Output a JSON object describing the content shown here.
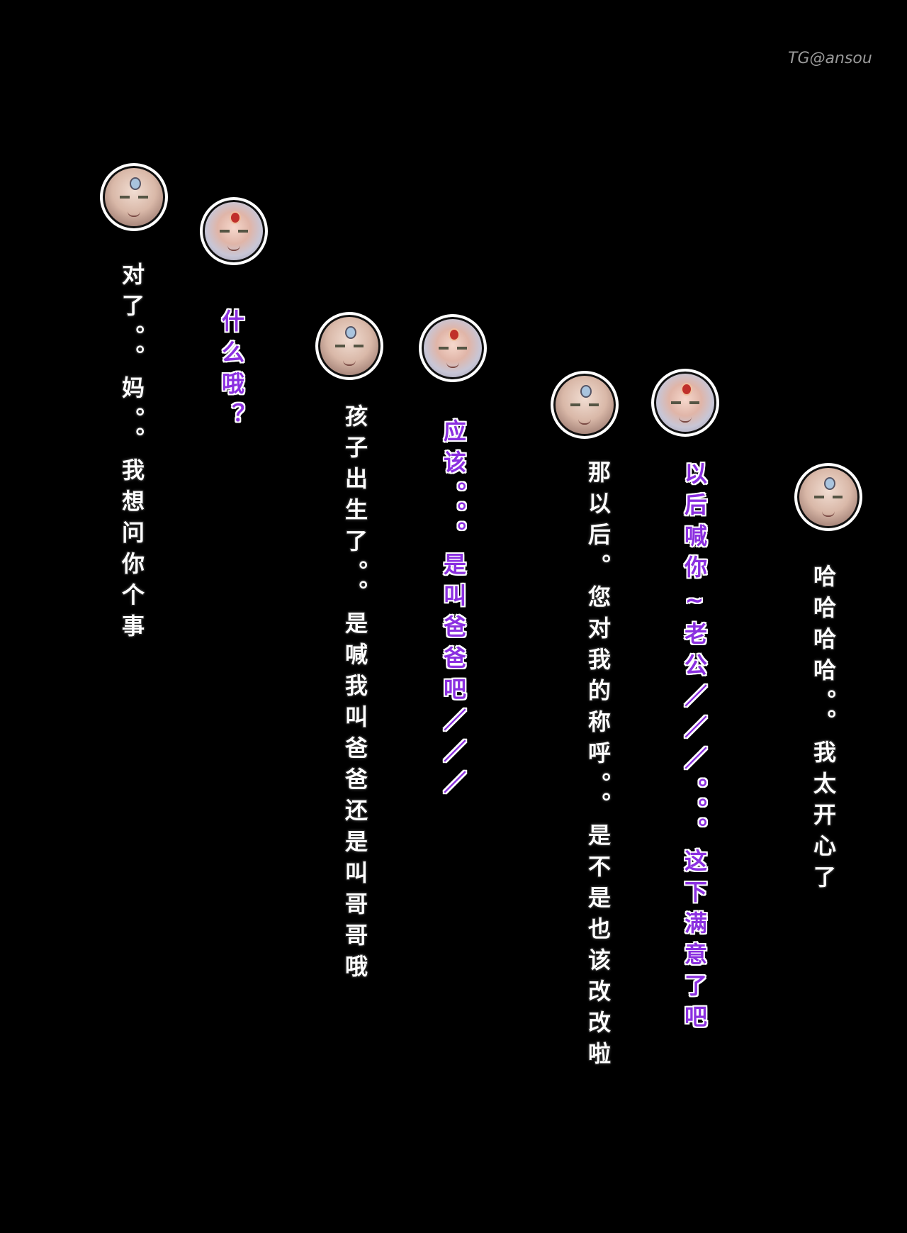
{
  "watermark": "TG@ansou",
  "colors": {
    "background": "#000000",
    "male_text": "#ffffff",
    "female_text": "#8b2fe0"
  },
  "messages": [
    {
      "speaker": "male",
      "text": "对了。。妈。。我想问你个事"
    },
    {
      "speaker": "female",
      "text": "什么哦？"
    },
    {
      "speaker": "male",
      "text": "孩子出生了。。是喊我叫爸爸还是叫哥哥哦"
    },
    {
      "speaker": "female",
      "text": "应该。。。是叫爸爸吧／／／"
    },
    {
      "speaker": "male",
      "text": "那以后。您对我的称呼。。是不是也该改改啦"
    },
    {
      "speaker": "female",
      "text": "以后喊你~老公／／／。。。这下满意了吧"
    },
    {
      "speaker": "male",
      "text": "哈哈哈哈。。我太开心了"
    }
  ]
}
